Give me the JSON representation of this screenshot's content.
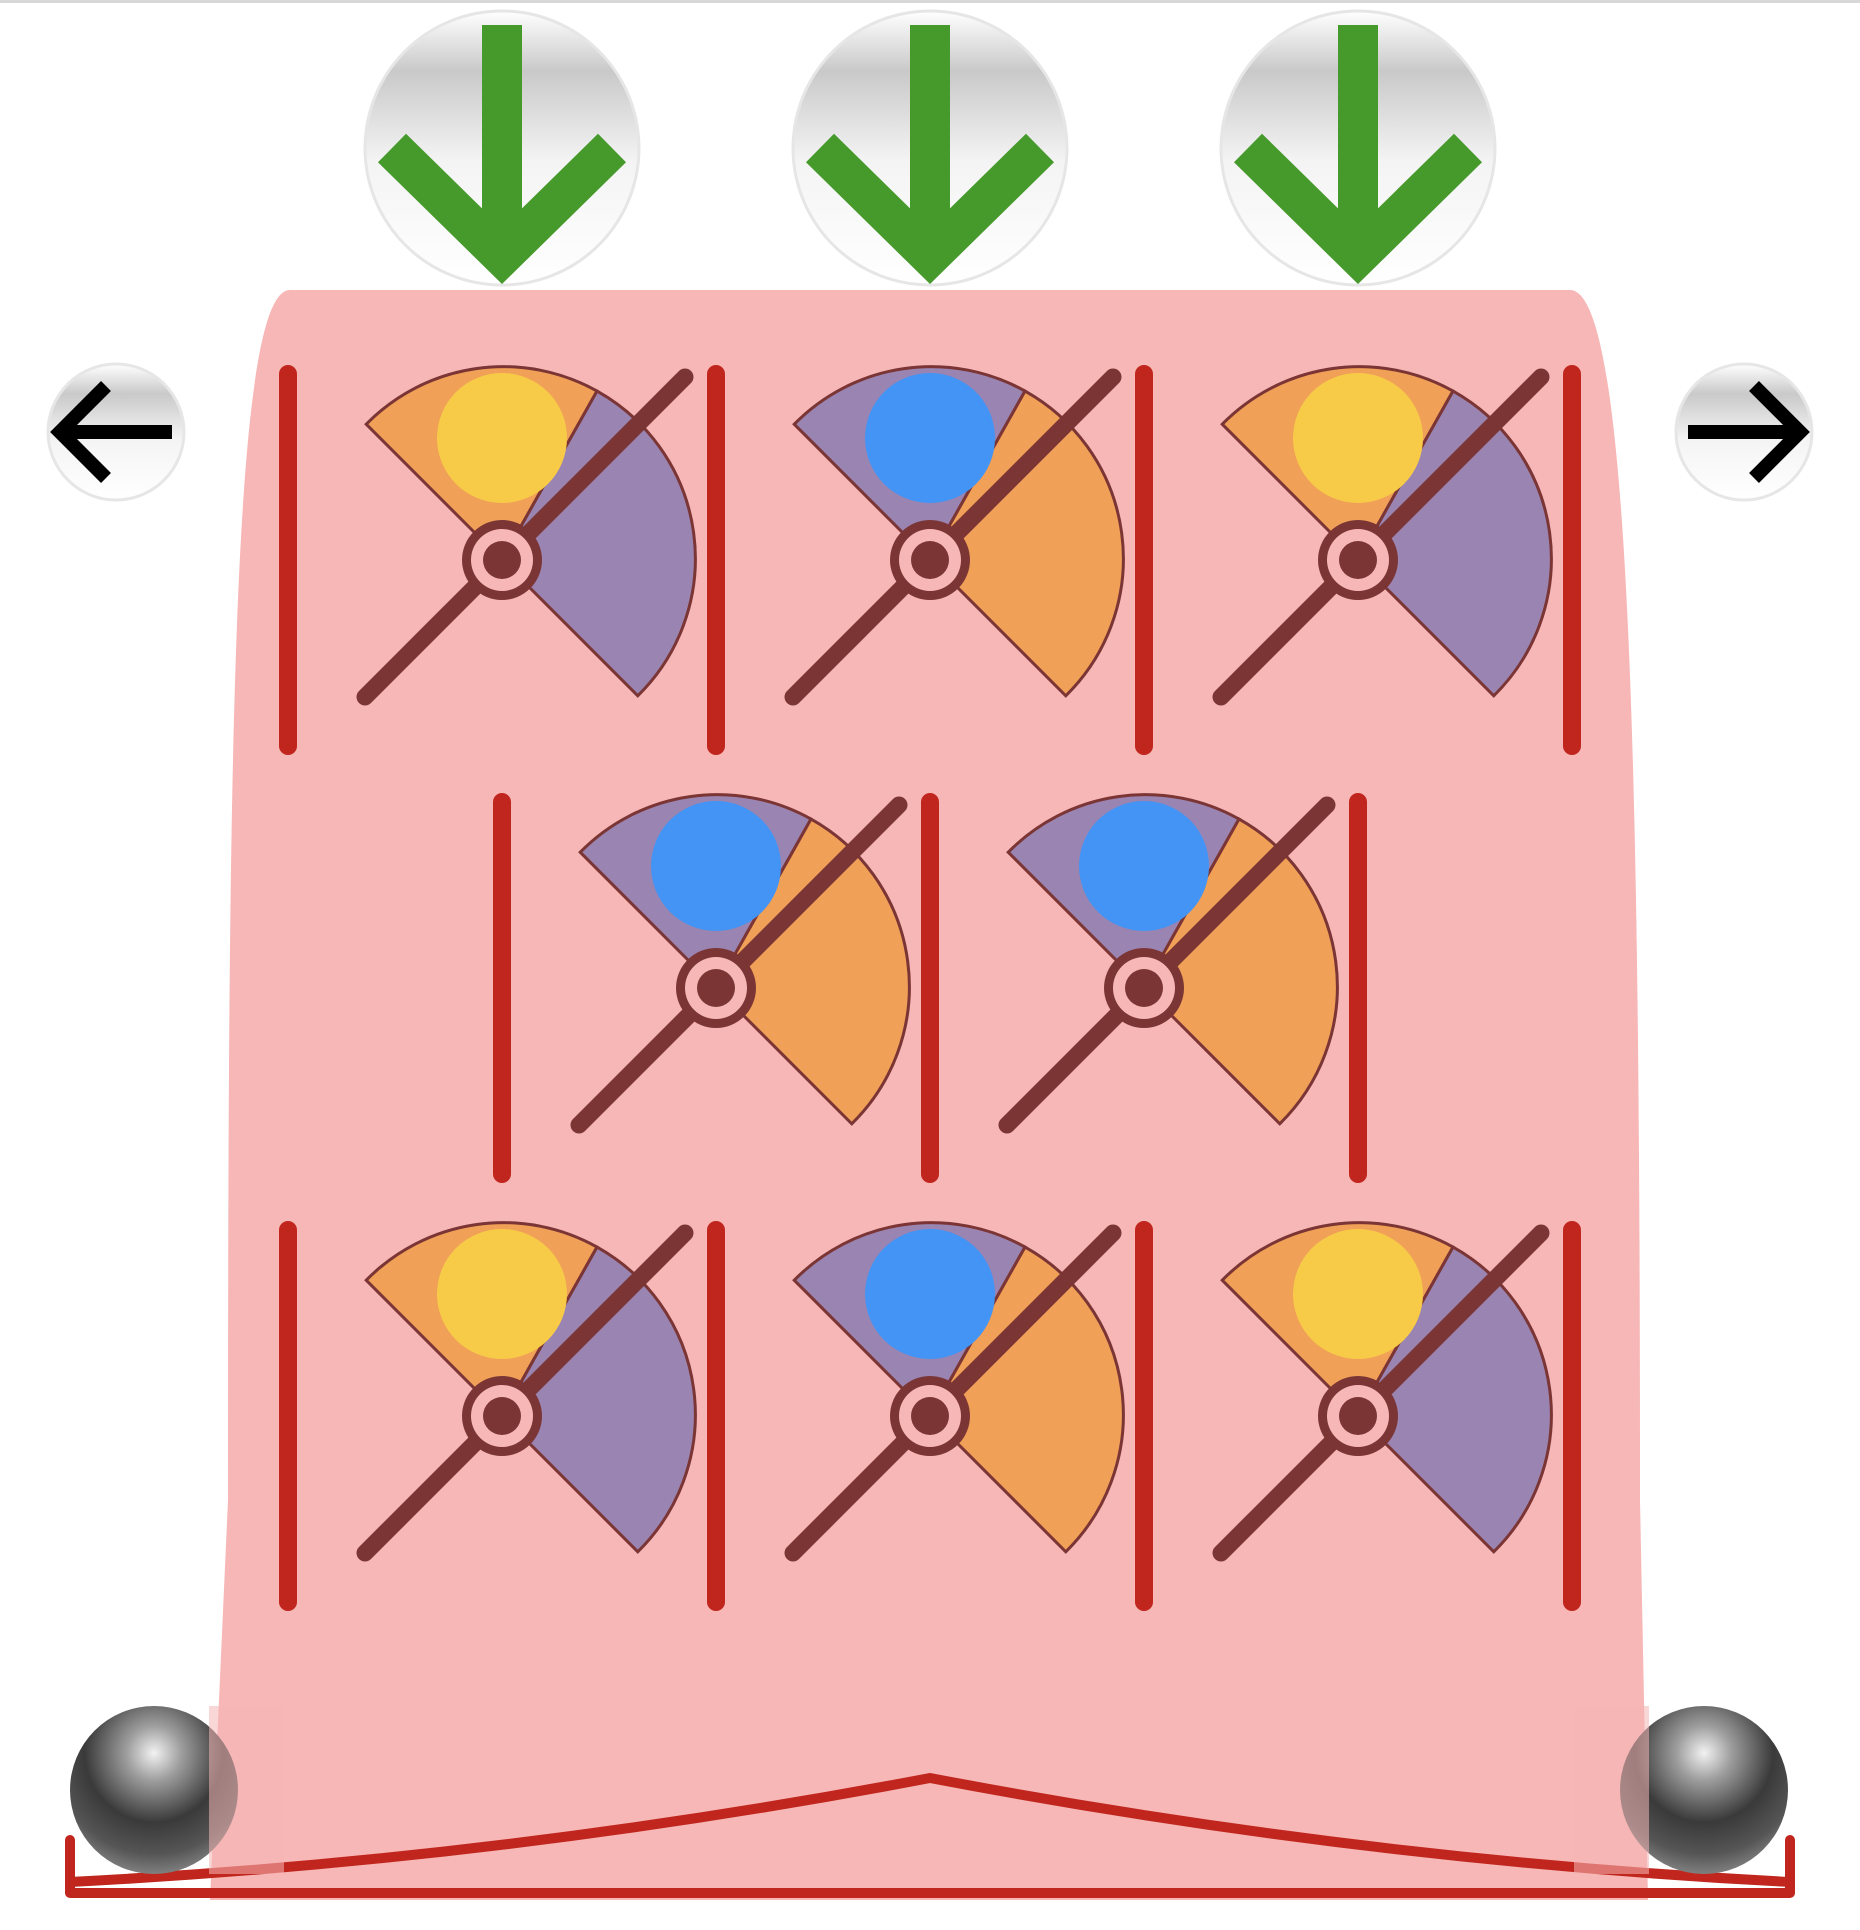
{
  "colors": {
    "board": "#f6b7b6",
    "wall": "#c0261d",
    "dark": "#7b3535",
    "orange": "#f0a057",
    "purple": "#9a84b1",
    "yellow": "#f7cb48",
    "blue": "#4394f5",
    "green_arrow": "#46992b",
    "black_arrow": "#000000"
  },
  "icons": {
    "drop_button": "arrow-down-icon",
    "nav_left": "arrow-left-icon",
    "nav_right": "arrow-right-icon",
    "marble": "marble-icon",
    "bit": "gear-bit-icon"
  },
  "drop_buttons": [
    {
      "id": "drop-1",
      "icon": "arrow-down-icon"
    },
    {
      "id": "drop-2",
      "icon": "arrow-down-icon"
    },
    {
      "id": "drop-3",
      "icon": "arrow-down-icon"
    }
  ],
  "nav_buttons": [
    {
      "id": "prev",
      "icon": "arrow-left-icon"
    },
    {
      "id": "next",
      "icon": "arrow-right-icon"
    }
  ],
  "board": {
    "rows": [
      {
        "columns": [
          1,
          3,
          5
        ],
        "bits": [
          {
            "top": "orange",
            "big": "purple",
            "ball": "yellow"
          },
          {
            "top": "purple",
            "big": "orange",
            "ball": "blue"
          },
          {
            "top": "orange",
            "big": "purple",
            "ball": "yellow"
          }
        ]
      },
      {
        "columns": [
          2,
          4
        ],
        "bits": [
          {
            "top": "purple",
            "big": "orange",
            "ball": "blue"
          },
          {
            "top": "purple",
            "big": "orange",
            "ball": "blue"
          }
        ]
      },
      {
        "columns": [
          1,
          3,
          5
        ],
        "bits": [
          {
            "top": "orange",
            "big": "purple",
            "ball": "yellow"
          },
          {
            "top": "purple",
            "big": "orange",
            "ball": "blue"
          },
          {
            "top": "orange",
            "big": "purple",
            "ball": "yellow"
          }
        ]
      }
    ],
    "marbles_left": 1,
    "marbles_right": 1
  }
}
